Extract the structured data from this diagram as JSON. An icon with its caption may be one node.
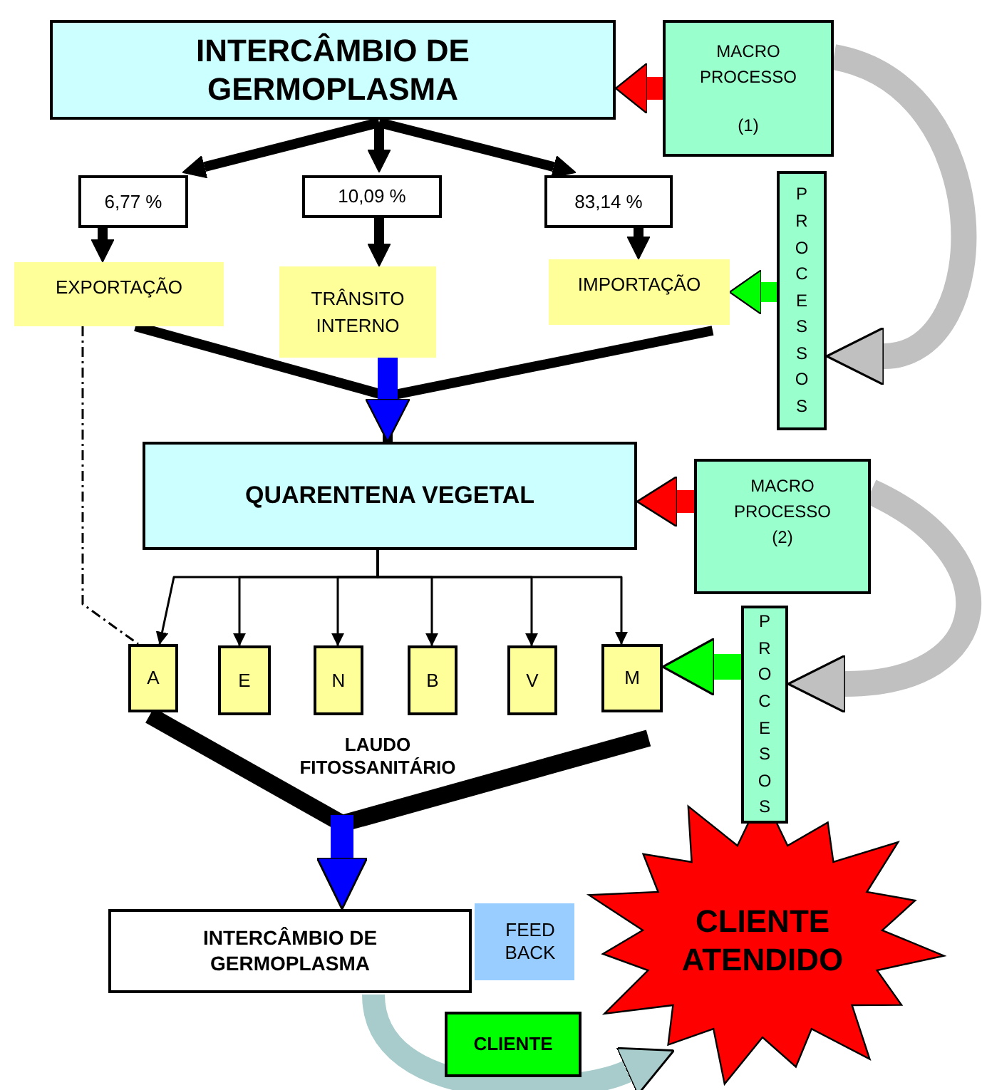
{
  "diagram": {
    "nodes": [
      {
        "text": [
          "INTERCÂMBIO DE GERMOPLASMA"
        ]
      },
      {
        "text": [
          "MACRO PROCESSO",
          "(1)"
        ]
      },
      {
        "text": [
          "6,77 %"
        ]
      },
      {
        "text": [
          "10,09 %"
        ]
      },
      {
        "text": [
          "83,14 %"
        ]
      },
      {
        "text": [
          "EXPORTAÇÃO"
        ]
      },
      {
        "text": [
          "TRÂNSITO INTERNO"
        ]
      },
      {
        "text": [
          "IMPORTAÇÃO"
        ]
      },
      {
        "text": [
          "PROCESSOS"
        ]
      },
      {
        "text": [
          "QUARENTENA VEGETAL"
        ]
      },
      {
        "text": [
          "MACRO PROCESSO (2)"
        ]
      },
      {
        "text": [
          "A"
        ]
      },
      {
        "text": [
          "E"
        ]
      },
      {
        "text": [
          "N"
        ]
      },
      {
        "text": [
          "B"
        ]
      },
      {
        "text": [
          "V"
        ]
      },
      {
        "text": [
          "M"
        ]
      },
      {
        "text": [
          "PROCESOS"
        ]
      },
      {
        "text": [
          "INTERCÂMBIO DE GERMOPLASMA"
        ]
      },
      {
        "text": [
          "FEED BACK"
        ]
      },
      {
        "text": [
          "CLIENTE ATENDIDO"
        ]
      },
      {
        "text": [
          "CLIENTE"
        ]
      }
    ],
    "edges": [
      {
        "from": 0,
        "to": 2,
        "arrow": "to"
      },
      {
        "from": 0,
        "to": 3,
        "arrow": "to"
      },
      {
        "from": 0,
        "to": 4,
        "arrow": "to"
      },
      {
        "from": 2,
        "to": 5,
        "arrow": "to"
      },
      {
        "from": 3,
        "to": 6,
        "arrow": "to"
      },
      {
        "from": 4,
        "to": 7,
        "arrow": "to"
      },
      {
        "from": 5,
        "to": 9,
        "arrow": "none"
      },
      {
        "from": 7,
        "to": 9,
        "arrow": "none"
      },
      {
        "from": 6,
        "to": 9,
        "arrow": "to",
        "style": "thick",
        "color": "#0000ff"
      },
      {
        "from": 1,
        "to": 0,
        "arrow": "to",
        "style": "thick",
        "color": "#ff0000"
      },
      {
        "from": 1,
        "to": 8,
        "arrow": "to",
        "style": "thick",
        "color": "#c0c0c0"
      },
      {
        "from": 8,
        "to": 7,
        "arrow": "to",
        "style": "thick",
        "color": "#00ff00"
      },
      {
        "from": 10,
        "to": 9,
        "arrow": "to",
        "style": "thick",
        "color": "#ff0000"
      },
      {
        "from": 10,
        "to": 17,
        "arrow": "to",
        "style": "thick",
        "color": "#c0c0c0"
      },
      {
        "from": 17,
        "to": 16,
        "arrow": "to",
        "style": "thick",
        "color": "#00ff00"
      },
      {
        "from": 9,
        "to": 11,
        "arrow": "to"
      },
      {
        "from": 9,
        "to": 12,
        "arrow": "to"
      },
      {
        "from": 9,
        "to": 13,
        "arrow": "to"
      },
      {
        "from": 9,
        "to": 14,
        "arrow": "to"
      },
      {
        "from": 9,
        "to": 15,
        "arrow": "to"
      },
      {
        "from": 9,
        "to": 16,
        "arrow": "to"
      },
      {
        "from": 5,
        "to": 11,
        "arrow": "none",
        "style": "dashed"
      },
      {
        "from": 11,
        "to": 18,
        "arrow": "to"
      },
      {
        "from": 16,
        "to": 18,
        "arrow": "to"
      },
      {
        "from": 18,
        "to": 20,
        "arrow": "to",
        "style": "thick",
        "color": "#a8cccc"
      }
    ],
    "labels": [
      "LAUDO FITOSSANITÁRIO"
    ]
  }
}
